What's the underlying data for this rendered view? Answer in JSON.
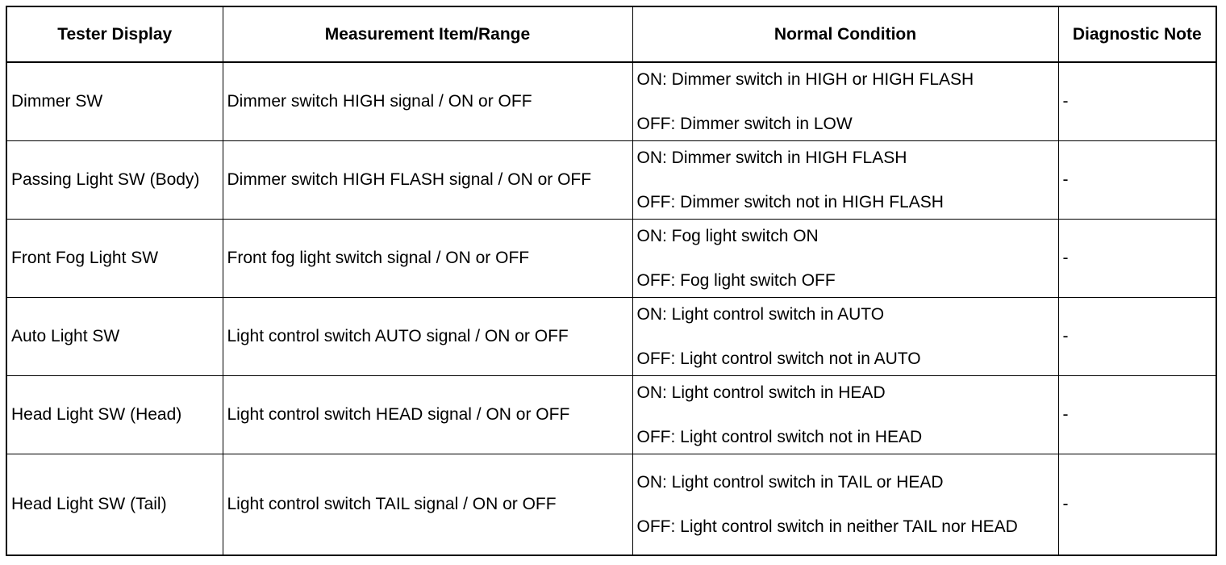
{
  "table": {
    "headers": {
      "tester_display": "Tester Display",
      "measurement": "Measurement Item/Range",
      "normal_condition": "Normal Condition",
      "diagnostic_note": "Diagnostic Note"
    },
    "rows": [
      {
        "tester_display": "Dimmer SW",
        "measurement": "Dimmer switch HIGH signal / ON or OFF",
        "on": "ON: Dimmer switch in HIGH or HIGH FLASH",
        "off": "OFF: Dimmer switch in LOW",
        "note": "-"
      },
      {
        "tester_display": "Passing Light SW (Body)",
        "measurement": "Dimmer switch HIGH FLASH signal / ON or OFF",
        "on": "ON: Dimmer switch in HIGH FLASH",
        "off": "OFF: Dimmer switch not in HIGH FLASH",
        "note": "-"
      },
      {
        "tester_display": "Front Fog Light SW",
        "measurement": "Front fog light switch signal / ON or OFF",
        "on": "ON: Fog light switch ON",
        "off": "OFF: Fog light switch OFF",
        "note": "-"
      },
      {
        "tester_display": "Auto Light SW",
        "measurement": "Light control switch AUTO signal / ON or OFF",
        "on": "ON: Light control switch in AUTO",
        "off": "OFF: Light control switch not in AUTO",
        "note": "-"
      },
      {
        "tester_display": "Head Light SW (Head)",
        "measurement": "Light control switch HEAD signal / ON or OFF",
        "on": "ON: Light control switch in HEAD",
        "off": "OFF: Light control switch not in HEAD",
        "note": "-"
      },
      {
        "tester_display": "Head Light SW (Tail)",
        "measurement": "Light control switch TAIL signal / ON or OFF",
        "on": "ON: Light control switch in TAIL or HEAD",
        "off": "OFF: Light control switch in neither TAIL nor HEAD",
        "note": "-"
      }
    ]
  }
}
